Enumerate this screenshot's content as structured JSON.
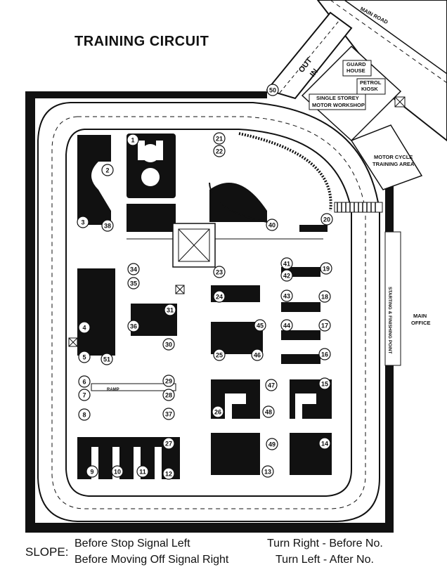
{
  "title": "TRAINING CIRCUIT",
  "map_labels": {
    "main_road": "MAIN ROAD",
    "out": "OUT",
    "in": "IN",
    "guard_house_1": "GUARD",
    "guard_house_2": "HOUSE",
    "petrol_kiosk_1": "PETROL",
    "petrol_kiosk_2": "KIOSK",
    "workshop_1": "SINGLE STOREY",
    "workshop_2": "MOTOR WORKSHOP",
    "motorcycle_1": "MOTOR CYCLE",
    "motorcycle_2": "TRAINING AREA",
    "main_office_1": "MAIN",
    "main_office_2": "OFFICE",
    "start_finish": "STARTING & FINISHING POINT",
    "ramp": "RAMP"
  },
  "station_numbers": [
    "1",
    "2",
    "3",
    "4",
    "5",
    "6",
    "7",
    "8",
    "9",
    "10",
    "11",
    "12",
    "13",
    "14",
    "15",
    "16",
    "17",
    "18",
    "19",
    "20",
    "21",
    "22",
    "23",
    "24",
    "25",
    "26",
    "27",
    "28",
    "29",
    "30",
    "31",
    "34",
    "35",
    "36",
    "37",
    "38",
    "40",
    "41",
    "42",
    "43",
    "44",
    "45",
    "46",
    "47",
    "48",
    "49",
    "50",
    "51"
  ],
  "legend": {
    "slope_label": "SLOPE:",
    "line1": "Before Stop Signal Left",
    "line2": "Before Moving Off Signal Right",
    "right1": "Turn Right - Before No.",
    "right2": "Turn Left - After No."
  }
}
